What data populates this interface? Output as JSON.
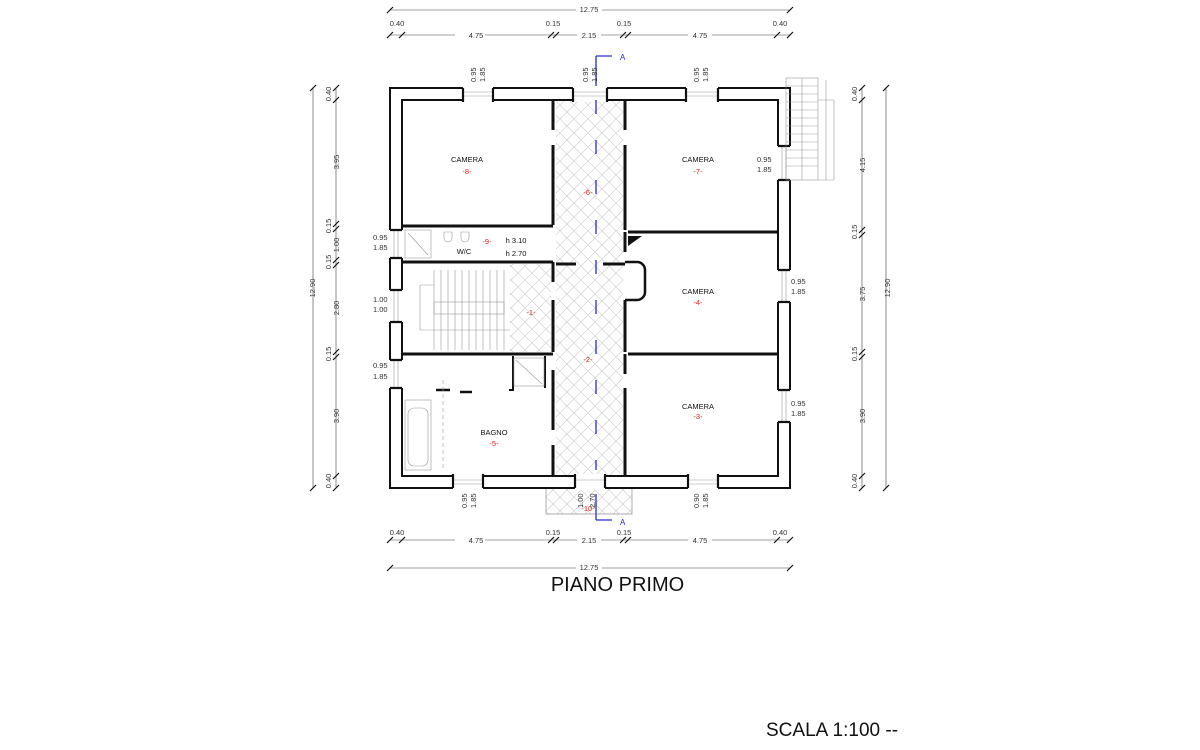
{
  "title": "PIANO PRIMO",
  "scale": "SCALA 1:100 --",
  "section_marker": "A",
  "dims": {
    "top_total": "12.75",
    "top_parts": [
      "0.40",
      "4.75",
      "0.15",
      "2.15",
      "0.15",
      "4.75",
      "0.40"
    ],
    "bottom_total": "12.75",
    "bottom_parts": [
      "0.40",
      "4.75",
      "0.15",
      "2.15",
      "0.15",
      "4.75",
      "0.40"
    ],
    "left_total": "12.90",
    "left_parts": [
      "0.40",
      "3.95",
      "0.15",
      "1.00",
      "0.15",
      "2.80",
      "0.15",
      "3.90",
      "0.40"
    ],
    "right_total": "12.90",
    "right_parts": [
      "0.40",
      "4.15",
      "0.15",
      "3.75",
      "0.15",
      "3.90",
      "0.40"
    ]
  },
  "windows": {
    "top": [
      [
        "0.95",
        "1.85"
      ],
      [
        "0.95",
        "1.85"
      ],
      [
        "0.95",
        "1.85"
      ]
    ],
    "bottom": [
      [
        "0.95",
        "1.85"
      ],
      [
        "1.00",
        "2.70"
      ],
      [
        "0.90",
        "1.85"
      ]
    ],
    "left": [
      [
        "0.95",
        "1.85"
      ],
      [
        "1.00",
        "1.00"
      ],
      [
        "0.95",
        "1.85"
      ]
    ],
    "right": [
      [
        "0.95",
        "1.85"
      ],
      [
        "0.95",
        "1.85"
      ],
      [
        "0.95",
        "1.85"
      ]
    ]
  },
  "rooms": [
    {
      "name": "CAMERA",
      "num": "-8-"
    },
    {
      "name": "CAMERA",
      "num": "-7-"
    },
    {
      "name": "W/C",
      "num": "-9-"
    },
    {
      "name": "CAMERA",
      "num": "-4-"
    },
    {
      "name": "CAMERA",
      "num": "-3-"
    },
    {
      "name": "BAGNO",
      "num": "-5-"
    },
    {
      "name": "",
      "num": "-1-"
    },
    {
      "name": "",
      "num": "-2-"
    },
    {
      "name": "",
      "num": "-6-"
    },
    {
      "name": "",
      "num": "-10-"
    }
  ],
  "heights": [
    "h 3.10",
    "h 2.70"
  ]
}
